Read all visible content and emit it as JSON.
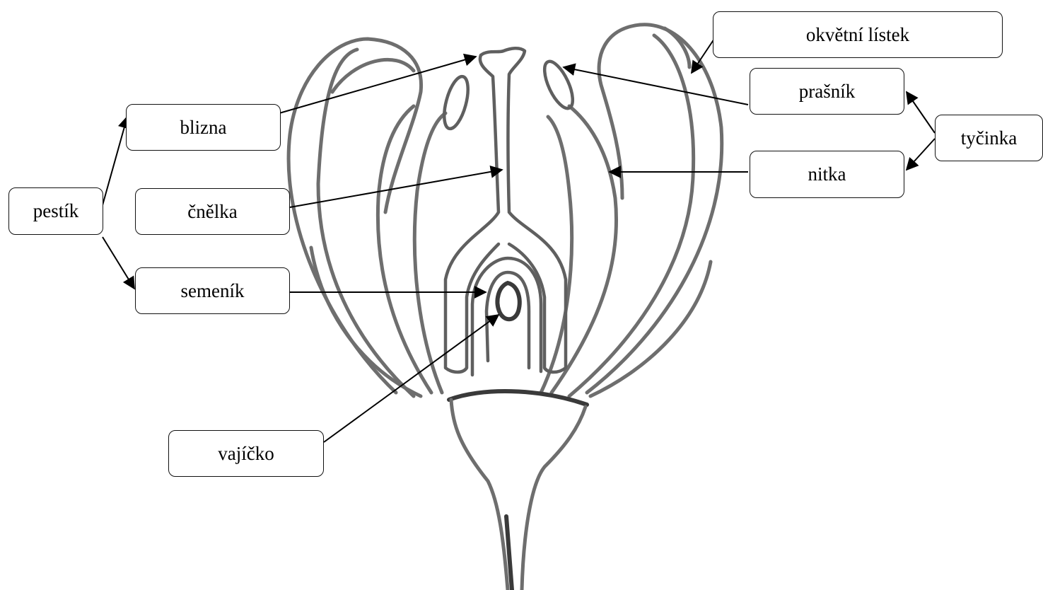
{
  "labels": {
    "pestik": "pestík",
    "blizna": "blizna",
    "cnelka": "čnělka",
    "semenik": "semeník",
    "vajicko": "vajíčko",
    "okvetni_listek": "okvětní lístek",
    "prasnik": "prašník",
    "tycinka": "tyčinka",
    "nitka": "nitka"
  }
}
